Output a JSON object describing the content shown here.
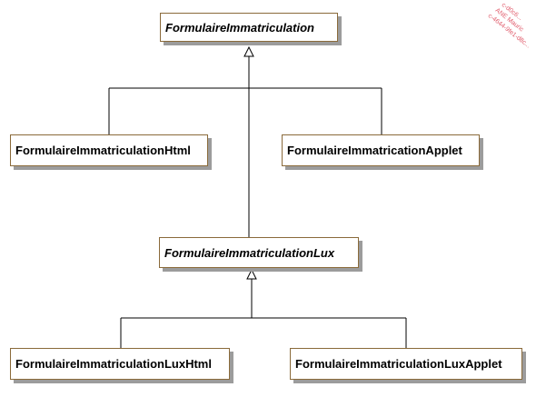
{
  "diagram": {
    "classes": {
      "root": "FormulaireImmatriculation",
      "html": "FormulaireImmatriculationHtml",
      "applet": "FormulaireImmatricationApplet",
      "lux": "FormulaireImmatriculationLux",
      "lux_html": "FormulaireImmatriculationLuxHtml",
      "lux_applet": "FormulaireImmatriculationLuxApplet"
    },
    "relations": [
      {
        "type": "generalization",
        "child": "FormulaireImmatriculationHtml",
        "parent": "FormulaireImmatriculation"
      },
      {
        "type": "generalization",
        "child": "FormulaireImmatricationApplet",
        "parent": "FormulaireImmatriculation"
      },
      {
        "type": "generalization",
        "child": "FormulaireImmatriculationLux",
        "parent": "FormulaireImmatriculation"
      },
      {
        "type": "generalization",
        "child": "FormulaireImmatriculationLuxHtml",
        "parent": "FormulaireImmatriculationLux"
      },
      {
        "type": "generalization",
        "child": "FormulaireImmatriculationLuxApplet",
        "parent": "FormulaireImmatriculationLux"
      }
    ],
    "abstract_classes": [
      "FormulaireImmatriculation",
      "FormulaireImmatriculationLux"
    ],
    "colors": {
      "box_border": "#8a6a3a",
      "box_shadow": "#9c9c9c",
      "edge": "#000000",
      "watermark": "#e05a6a"
    }
  },
  "watermark": {
    "lines": [
      "c-d0c6...",
      "ANE Mauric",
      "c-4644-9fe1-d8c..."
    ]
  }
}
